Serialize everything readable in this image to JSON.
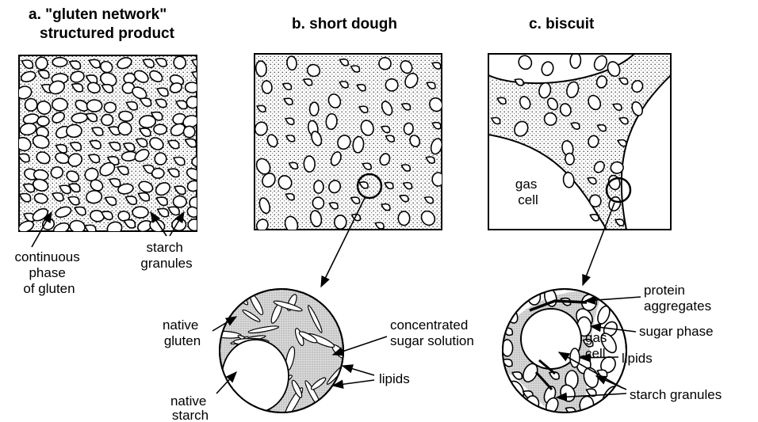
{
  "panels": {
    "a": {
      "title_line1": "a. \"gluten network\"",
      "title_line2": "structured product",
      "label_continuous": [
        "continuous",
        "phase",
        "of gluten"
      ],
      "label_starch": [
        "starch",
        "granules"
      ]
    },
    "b": {
      "title": "b. short dough",
      "label_native_gluten": [
        "native",
        "gluten"
      ],
      "label_native_starch": [
        "native",
        "starch"
      ],
      "label_sugar": [
        "concentrated",
        "sugar solution"
      ],
      "label_lipids": "lipids"
    },
    "c": {
      "title": "c. biscuit",
      "label_gas_cell": [
        "gas",
        "cell"
      ],
      "label_protein": [
        "protein",
        "aggregates"
      ],
      "label_sugar_phase": "sugar phase",
      "label_gas_cell_inner": [
        "gas",
        "cell"
      ],
      "label_lipids": "lipids",
      "label_starch": "starch granules"
    }
  },
  "colors": {
    "ink": "#000000",
    "matrix": "#e6e6e6",
    "paper": "#ffffff"
  }
}
